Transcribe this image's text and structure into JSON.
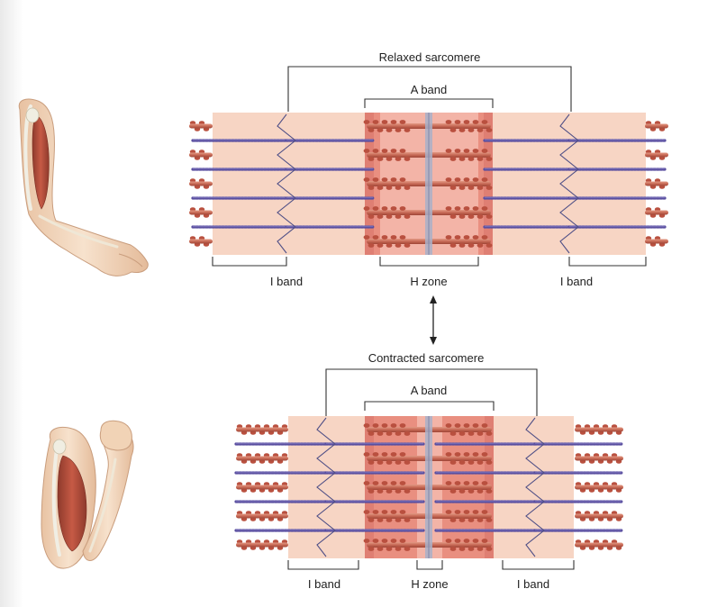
{
  "relaxed": {
    "title": "Relaxed sarcomere",
    "a_band": "A band",
    "i_band_left": "I band",
    "h_zone": "H zone",
    "i_band_right": "I band"
  },
  "contracted": {
    "title": "Contracted sarcomere",
    "a_band": "A band",
    "i_band_left": "I band",
    "h_zone": "H zone",
    "i_band_right": "I band"
  },
  "colors": {
    "i_band_fill": "#f7d5c4",
    "a_band_fill": "#e98f80",
    "a_band_edge": "#d9756a",
    "h_zone_fill": "#f3b4a7",
    "thin_filament": "#5a4fa0",
    "thick_filament": "#c86a56",
    "myosin_head": "#b9503f",
    "z_line": "#4f4f86",
    "m_line": "#a9b0c8",
    "bracket": "#333333",
    "skin": "#f2d7be",
    "muscle": "#b34a38"
  }
}
